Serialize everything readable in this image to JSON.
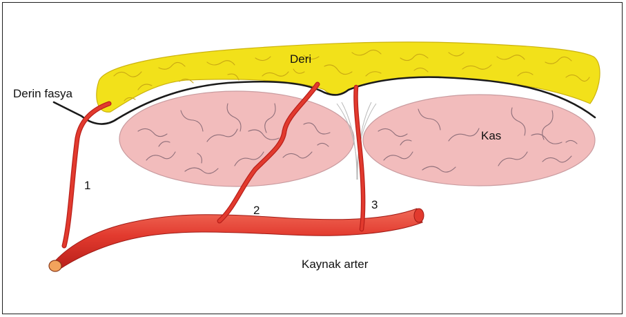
{
  "labels": {
    "skin": "Deri",
    "deep_fascia": "Derin fasya",
    "muscle": "Kas",
    "vessel_1": "1",
    "vessel_2": "2",
    "vessel_3": "3",
    "source_artery": "Kaynak arter"
  },
  "colors": {
    "skin": "#f2e11a",
    "skin_texture": "#c9a814",
    "muscle": "#f2bcbc",
    "muscle_texture": "#8f6f7a",
    "artery": "#e23a2e",
    "artery_highlight": "#f27a62",
    "fascia": "#1a1a1a",
    "artery_lumen": "#f3a35c"
  }
}
